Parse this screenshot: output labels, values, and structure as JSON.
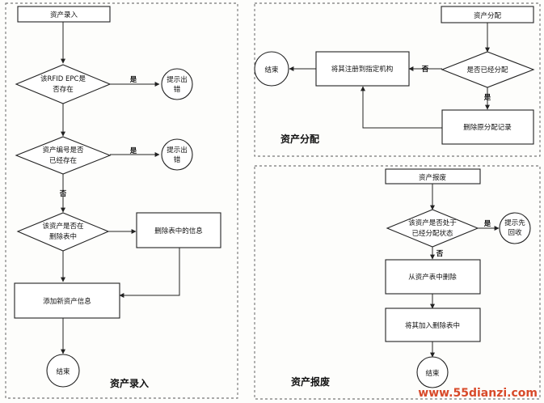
{
  "panels": {
    "entry": {
      "title": "资产录入",
      "start": "资产录入",
      "q_epc": [
        "该RFID EPC是",
        "否存在"
      ],
      "err1": [
        "提示出",
        "错"
      ],
      "yes1": "是",
      "q_code": [
        "资产编号是否",
        "已经存在"
      ],
      "err2": [
        "提示出",
        "错"
      ],
      "yes2": "是",
      "no1": "否",
      "q_deleted": [
        "该资产是否在",
        "删除表中"
      ],
      "delete_info": "删除表中的信息",
      "add_info": "添加新资产信息",
      "end": "结束"
    },
    "assign": {
      "title": "资产分配",
      "start": "资产分配",
      "q_assigned": "是否已经分配",
      "no": "否",
      "yes": "是",
      "register": "将其注册到指定机构",
      "delete_record": "删除原分配记录",
      "end": "结束"
    },
    "scrap": {
      "title": "资产报废",
      "start": "资产报废",
      "q_state": [
        "该资产是否处于",
        "已经分配状态"
      ],
      "yes": "是",
      "prompt": [
        "提示先",
        "回收"
      ],
      "no": "否",
      "remove": "从资产表中删除",
      "add_deleted": "将其加入删除表中",
      "end": "结束"
    }
  },
  "watermark": "www.55dianzi.com"
}
